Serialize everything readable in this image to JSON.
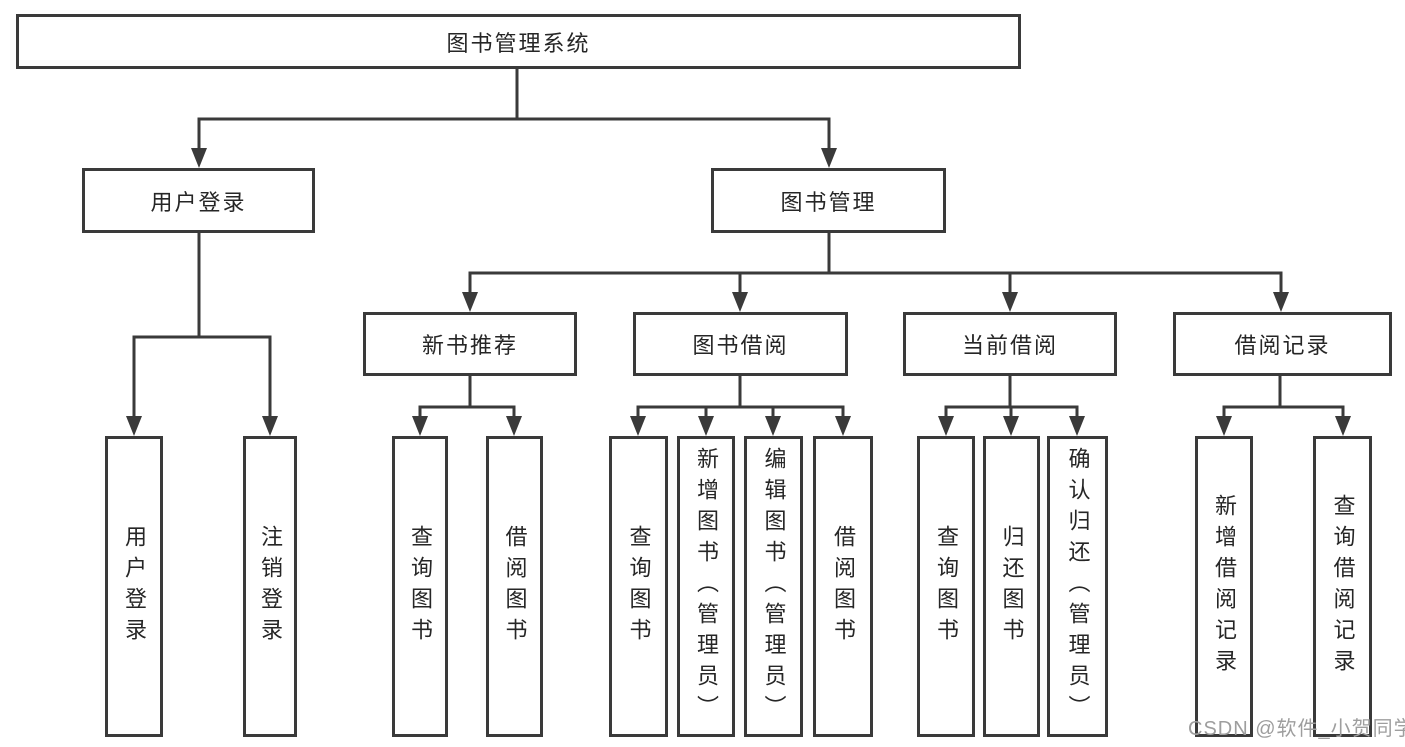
{
  "tree": {
    "root": "图书管理系统",
    "user_login": {
      "label": "用户登录",
      "children": [
        "用户登录",
        "注销登录"
      ]
    },
    "book_management": {
      "label": "图书管理",
      "sections": [
        {
          "label": "新书推荐",
          "children": [
            "查询图书",
            "借阅图书"
          ]
        },
        {
          "label": "图书借阅",
          "children": [
            "查询图书",
            "新增图书（管理员）",
            "编辑图书（管理员）",
            "借阅图书"
          ]
        },
        {
          "label": "当前借阅",
          "children": [
            "查询图书",
            "归还图书",
            "确认归还（管理员）"
          ]
        },
        {
          "label": "借阅记录",
          "children": [
            "新增借阅记录",
            "查询借阅记录"
          ]
        }
      ]
    }
  },
  "watermark": "CSDN @软件_小贺同学",
  "colors": {
    "line": "#3a3a3a",
    "text": "#262626",
    "box_background": "#ffffff",
    "watermark": "#9e9e9e",
    "background": "#ffffff"
  }
}
